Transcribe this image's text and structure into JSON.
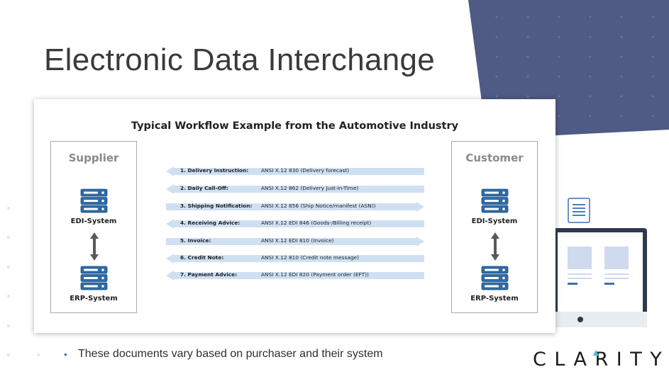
{
  "slide": {
    "title": "Electronic Data Interchange",
    "bullet": "These documents vary based on purchaser and their system",
    "brand": "CLARITY"
  },
  "diagram": {
    "heading": "Typical Workflow Example from the Automotive Industry",
    "supplier": {
      "title": "Supplier",
      "edi_label": "EDI-System",
      "erp_label": "ERP-System"
    },
    "customer": {
      "title": "Customer",
      "edi_label": "EDI-System",
      "erp_label": "ERP-System"
    },
    "flows": [
      {
        "label": "1. Delivery Instruction:",
        "standard": "ANSI X.12 830 (Delivery forecast)",
        "direction": "to-supplier"
      },
      {
        "label": "2. Daily Call-Off:",
        "standard": "ANSI X.12 862 (Delivery Just-in-Time)",
        "direction": "to-supplier"
      },
      {
        "label": "3. Shipping Notification:",
        "standard": "ANSI X.12 856 (Ship Notice/manifest (ASN))",
        "direction": "to-customer"
      },
      {
        "label": "4. Receiving Advice:",
        "standard": "ANSI X.12 EDI 846 (Goods-/Billing receipt)",
        "direction": "to-supplier"
      },
      {
        "label": "5. Invoice:",
        "standard": "ANSI X.12 EDI 810 (Invoice)",
        "direction": "to-customer"
      },
      {
        "label": "6. Credit Note:",
        "standard": "ANSI X.12 810 (Credit note message)",
        "direction": "to-supplier"
      },
      {
        "label": "7. Payment Advice:",
        "standard": "ANSI X.12 EDI 820 (Payment order (EFT))",
        "direction": "to-supplier"
      }
    ]
  },
  "colors": {
    "accent_navy": "#4f5a85",
    "arrow_fill": "#cfe0f3",
    "server_blue": "#2e6aa6",
    "bullet_blue": "#4a79c8"
  },
  "icons": {
    "server": "server-stack-icon",
    "updown": "bidirectional-arrow-icon",
    "document": "document-icon",
    "monitor": "monitor-icon"
  }
}
